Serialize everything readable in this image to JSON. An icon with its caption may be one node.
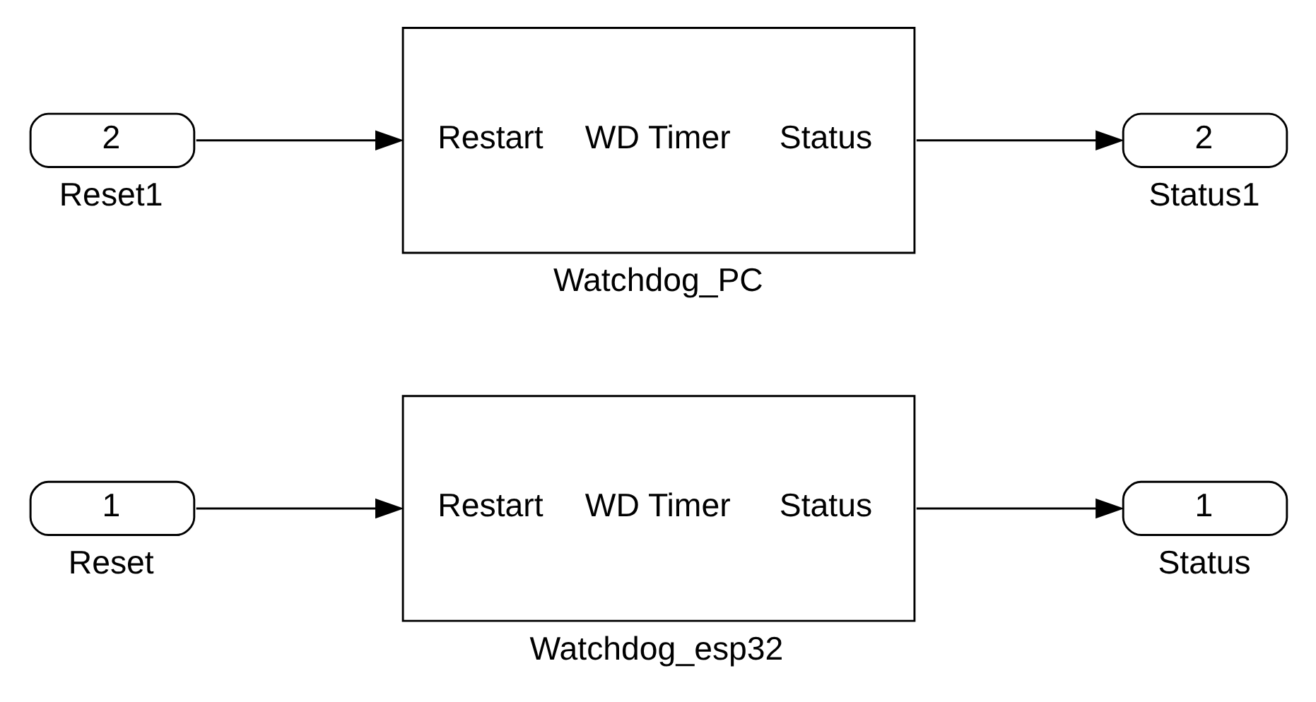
{
  "diagram": {
    "nodes": [
      {
        "text": [
          "1"
        ],
        "beside": [
          "Reset"
        ]
      },
      {
        "text": [
          "Restart",
          "WD Timer",
          "Status"
        ],
        "beside": [
          "Watchdog_esp32"
        ]
      },
      {
        "text": [
          "1"
        ],
        "beside": [
          "Status"
        ]
      },
      {
        "text": [
          "2"
        ],
        "beside": [
          "Reset1"
        ]
      },
      {
        "text": [
          "Restart",
          "WD Timer",
          "Status"
        ],
        "beside": [
          "Watchdog_PC"
        ]
      },
      {
        "text": [
          "2"
        ],
        "beside": [
          "Status1"
        ]
      }
    ],
    "edges": [
      {
        "from": 0,
        "to": 1,
        "arrow": "to"
      },
      {
        "from": 1,
        "to": 2,
        "arrow": "to"
      },
      {
        "from": 3,
        "to": 4,
        "arrow": "to"
      },
      {
        "from": 4,
        "to": 5,
        "arrow": "to"
      }
    ]
  }
}
